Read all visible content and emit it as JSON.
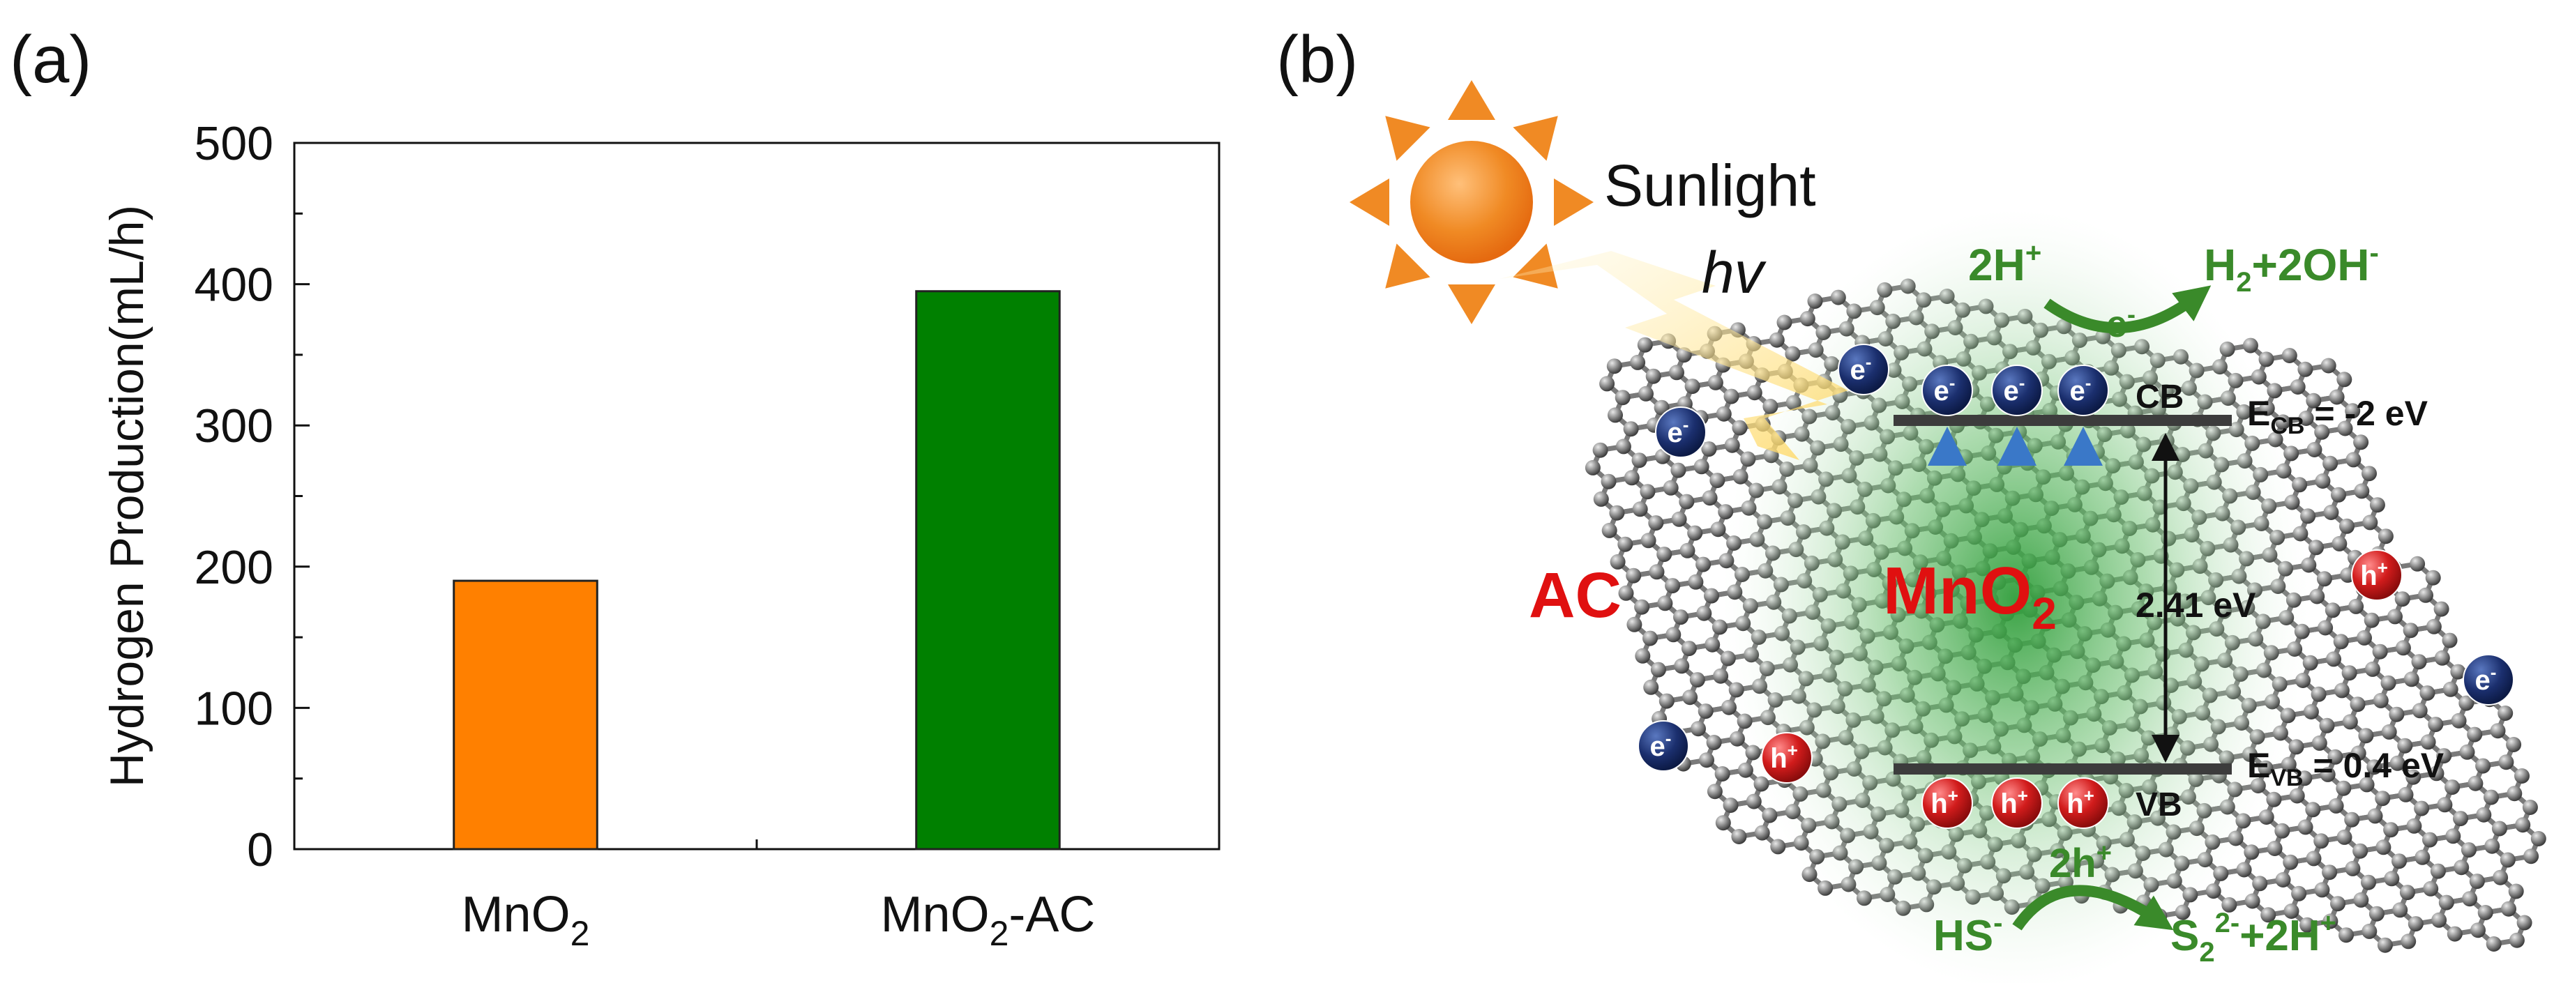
{
  "panel_a": {
    "label": "(a)"
  },
  "panel_b": {
    "label": "(b)",
    "sunlight_label": "Sunlight",
    "hv_label": "hv",
    "ac_label": "AC",
    "mno2_label": {
      "base": "MnO",
      "sub": "2"
    },
    "cb_label": "CB",
    "vb_label": "VB",
    "gap_label": "2.41 eV",
    "ecb_label": {
      "base": "E",
      "sub": "CB",
      "rest": " = -2 eV"
    },
    "evb_label": {
      "base": "E",
      "sub": "VB",
      "rest": " = 0.4 eV"
    },
    "top_reactant": {
      "base": "2H",
      "sup": "+"
    },
    "top_product": {
      "a": "H",
      "sub": "2",
      "b": "+2OH",
      "sup": "-"
    },
    "top_electron": {
      "base": "e",
      "sup": "-"
    },
    "bottom_reactant": {
      "base": "HS",
      "sup": "-"
    },
    "bottom_product": {
      "a": "S",
      "sub": "2",
      "sup": "2-",
      "b": "+2H",
      "sup2": "+"
    },
    "bottom_hole": {
      "base": "2h",
      "sup": "+"
    },
    "electron_text": "e",
    "electron_sup": "-",
    "hole_text": "h",
    "hole_sup": "+",
    "colors": {
      "reaction_green": "#3a8a2a",
      "ac_red": "#e01010",
      "electron_blue": "#1b2f6e",
      "hole_red": "#c81818",
      "sun_orange": "#f08a24",
      "arrow_blue": "#3a78c8"
    }
  },
  "chart_data": {
    "type": "bar",
    "categories": [
      {
        "base": "MnO",
        "sub": "2",
        "rest": ""
      },
      {
        "base": "MnO",
        "sub": "2",
        "rest": "-AC"
      }
    ],
    "values": [
      190,
      395
    ],
    "bar_colors": [
      "#ff8000",
      "#008000"
    ],
    "ylabel": "Hydrogen Production(mL/h)",
    "ylim": [
      0,
      500
    ],
    "yticks": [
      0,
      100,
      200,
      300,
      400,
      500
    ],
    "grid": false,
    "legend": "none"
  }
}
